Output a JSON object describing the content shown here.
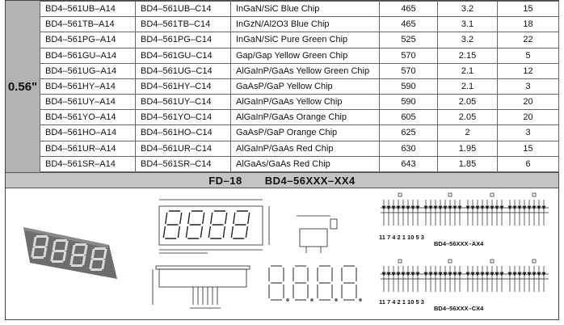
{
  "size_label": "0.56\"",
  "rows": [
    {
      "a": "BD4–561UB–A14",
      "c": "BD4–561UB–C14",
      "chip": "InGaN/SiC  Blue Chip",
      "wl": "465",
      "vf": "3.2",
      "iv": "15"
    },
    {
      "a": "BD4–561TB–A14",
      "c": "BD4–561TB–C14",
      "chip": "InGzN/Al2O3 Blue Chip",
      "wl": "465",
      "vf": "3.1",
      "iv": "18"
    },
    {
      "a": "BD4–561PG–A14",
      "c": "BD4–561PG–C14",
      "chip": "InGaN/SiC Pure Green  Chip",
      "wl": "525",
      "vf": "3.2",
      "iv": "22"
    },
    {
      "a": "BD4–561GU–A14",
      "c": "BD4–561GU–C14",
      "chip": "Gap/Gap Yellow Green  Chip",
      "wl": "570",
      "vf": "2.15",
      "iv": "5"
    },
    {
      "a": "BD4–561UG–A14",
      "c": "BD4–561UG–C14",
      "chip": "AlGaInP/GaAs Yellow Green Chip",
      "wl": "570",
      "vf": "2.1",
      "iv": "12"
    },
    {
      "a": "BD4–561HY–A14",
      "c": "BD4–561HY–C14",
      "chip": "GaAsP/GaP Yellow  Chip",
      "wl": "590",
      "vf": "2.1",
      "iv": "3"
    },
    {
      "a": "BD4–561UY–A14",
      "c": "BD4–561UY–C14",
      "chip": "AlGaInP/GaAs Yellow  Chip",
      "wl": "590",
      "vf": "2.05",
      "iv": "20"
    },
    {
      "a": "BD4–561YO–A14",
      "c": "BD4–561YO–C14",
      "chip": "AlGaInP/GaAs Orange  Chip",
      "wl": "605",
      "vf": "2.05",
      "iv": "20"
    },
    {
      "a": "BD4–561HO–A14",
      "c": "BD4–561HO–C14",
      "chip": "GaAsP/GaP Orange  Chip",
      "wl": "625",
      "vf": "2",
      "iv": "3"
    },
    {
      "a": "BD4–561UR–A14",
      "c": "BD4–561UR–C14",
      "chip": "AlGaInP/GaAs Red  Chip",
      "wl": "630",
      "vf": "1.95",
      "iv": "15"
    },
    {
      "a": "BD4–561SR–A14",
      "c": "BD4–561SR–C14",
      "chip": "AlGaAs/GaAs Red Chip",
      "wl": "643",
      "vf": "1.85",
      "iv": "6"
    }
  ],
  "band": {
    "series": "FD–18",
    "model": "BD4–56XXX–XX4"
  },
  "captions": {
    "anode": "BD4–56XXX–AX4",
    "cathode": "BD4–56XXX–CX4",
    "pins": "11 7 4 2 1 10 5 3"
  },
  "colors": {
    "size_cell": "#b3b3b3",
    "band": "#c4c4c4"
  }
}
